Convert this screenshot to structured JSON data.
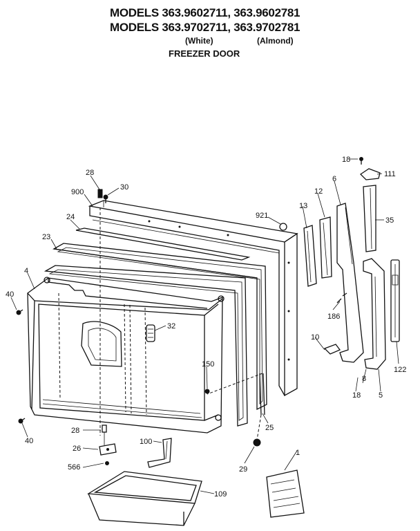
{
  "header": {
    "line1": "MODELS 363.9602711, 363.9602781",
    "line2": "MODELS 363.9702711, 363.9702781",
    "white": "(White)",
    "almond": "(Almond)",
    "title": "FREEZER DOOR"
  },
  "callouts": {
    "c18a": "18",
    "c111": "111",
    "c28a": "28",
    "c30": "30",
    "c900": "900",
    "c6": "6",
    "c12": "12",
    "c35": "35",
    "c921": "921",
    "c13": "13",
    "c24": "24",
    "c23": "23",
    "c4": "4",
    "c40a": "40",
    "c32": "32",
    "c186": "186",
    "c10": "10",
    "c150": "150",
    "c122": "122",
    "c8": "8",
    "c18b": "18",
    "c5": "5",
    "c25": "25",
    "c40b": "40",
    "c28b": "28",
    "c26": "26",
    "c100": "100",
    "c566": "566",
    "c29": "29",
    "c1": "1",
    "c109": "109"
  }
}
